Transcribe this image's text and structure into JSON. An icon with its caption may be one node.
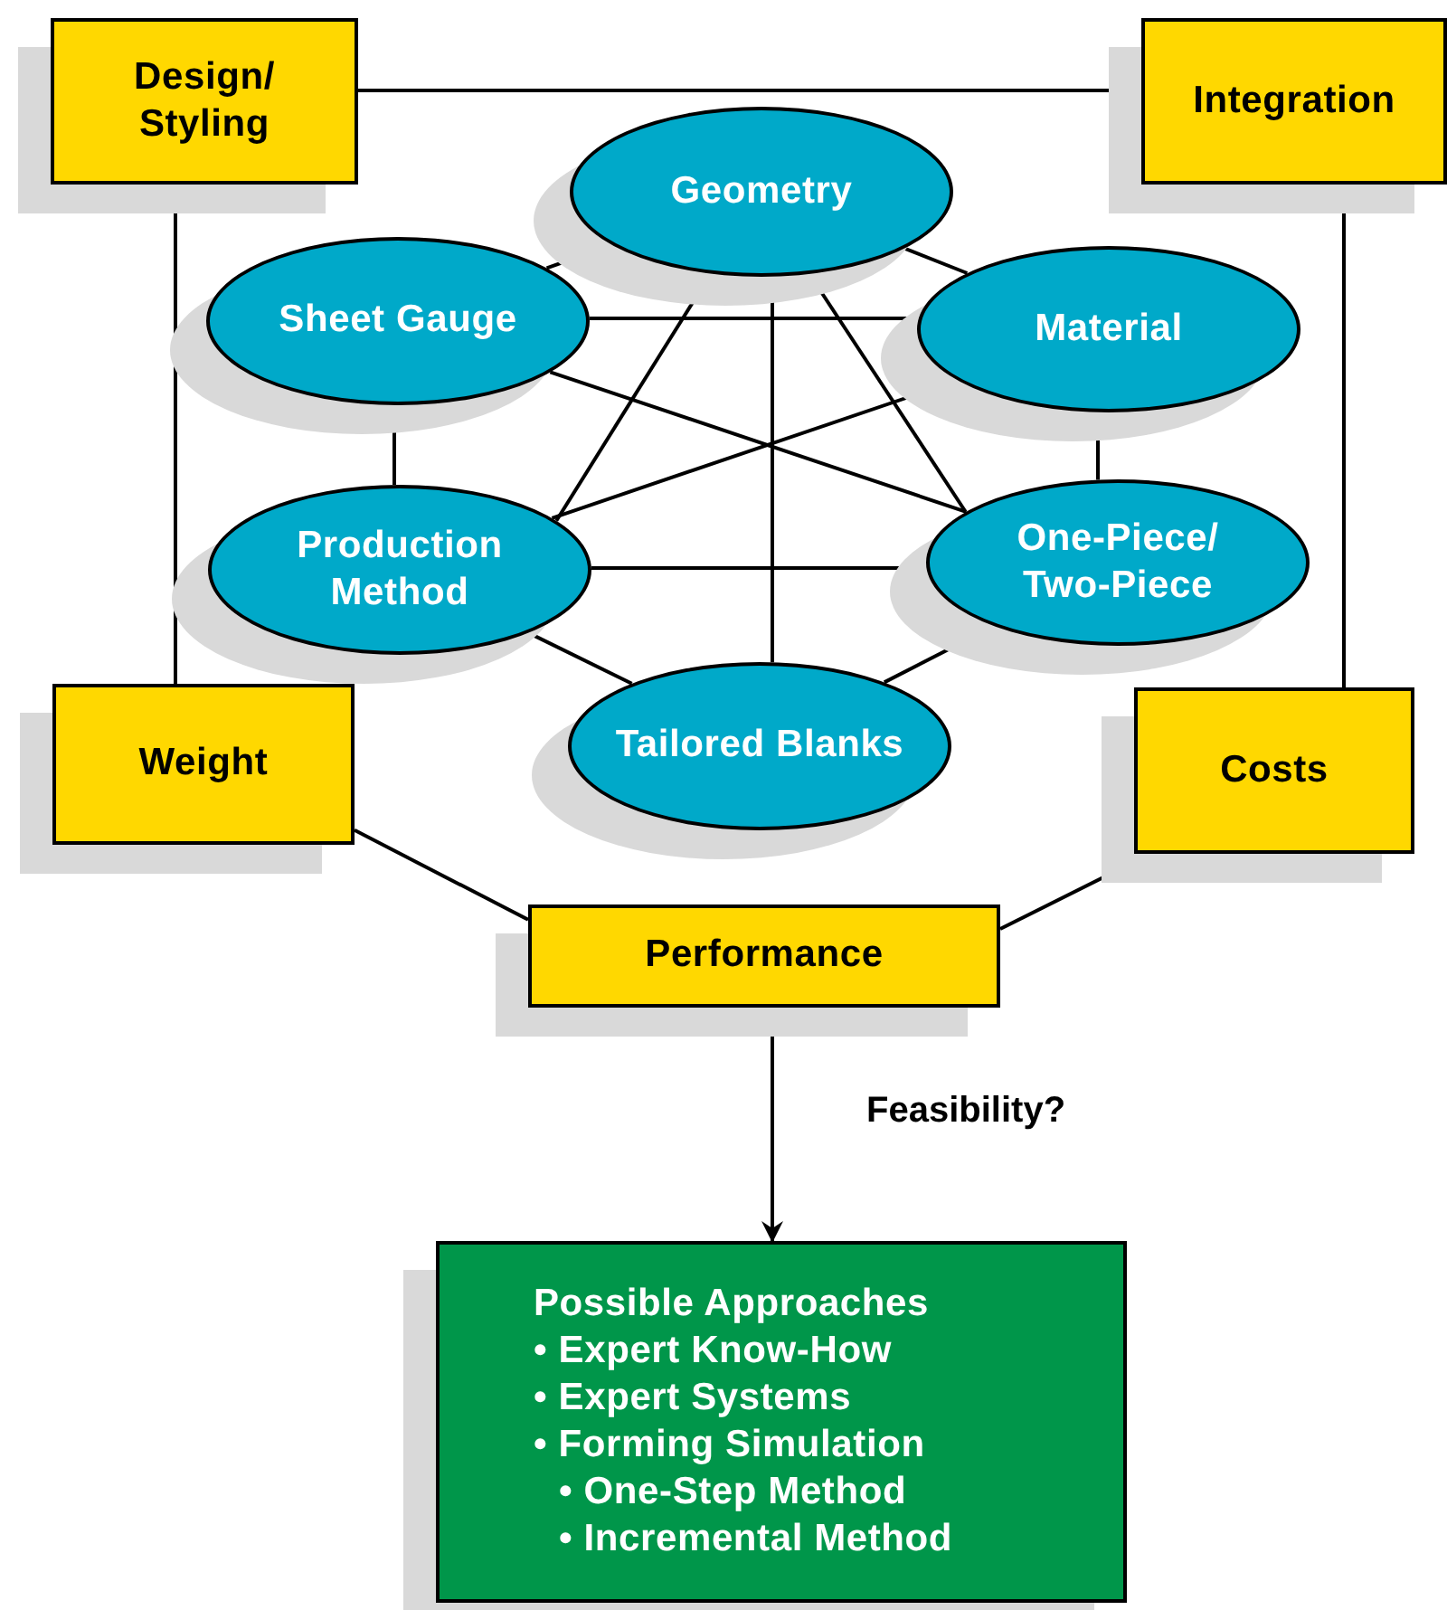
{
  "diagram": {
    "nodes": [
      {
        "text": [
          "Design/ Styling"
        ]
      },
      {
        "text": [
          "Integration"
        ]
      },
      {
        "text": [
          "Geometry"
        ]
      },
      {
        "text": [
          "Sheet Gauge"
        ]
      },
      {
        "text": [
          "Material"
        ]
      },
      {
        "text": [
          "Production Method"
        ]
      },
      {
        "text": [
          "One-Piece/ Two-Piece"
        ]
      },
      {
        "text": [
          "Tailored Blanks"
        ]
      },
      {
        "text": [
          "Weight"
        ]
      },
      {
        "text": [
          "Costs"
        ]
      },
      {
        "text": [
          "Performance"
        ]
      },
      {
        "text": [
          "Possible Approaches",
          "• Expert Know-How",
          "• Expert Systems",
          "• Forming Simulation",
          "• One-Step Method",
          "• Incremental Method"
        ]
      }
    ],
    "edges": [
      {
        "from": 0,
        "to": 1,
        "arrow": "none"
      },
      {
        "from": 0,
        "to": 8,
        "arrow": "none"
      },
      {
        "from": 1,
        "to": 9,
        "arrow": "none"
      },
      {
        "from": 8,
        "to": 10,
        "arrow": "none"
      },
      {
        "from": 9,
        "to": 10,
        "arrow": "none"
      },
      {
        "from": 10,
        "to": 11,
        "arrow": "to",
        "label": "Feasibility?"
      },
      {
        "from": 2,
        "to": 3,
        "arrow": "none"
      },
      {
        "from": 2,
        "to": 4,
        "arrow": "none"
      },
      {
        "from": 2,
        "to": 5,
        "arrow": "none"
      },
      {
        "from": 2,
        "to": 6,
        "arrow": "none"
      },
      {
        "from": 2,
        "to": 7,
        "arrow": "none"
      },
      {
        "from": 3,
        "to": 4,
        "arrow": "none"
      },
      {
        "from": 3,
        "to": 5,
        "arrow": "none"
      },
      {
        "from": 3,
        "to": 6,
        "arrow": "none"
      },
      {
        "from": 4,
        "to": 5,
        "arrow": "none"
      },
      {
        "from": 4,
        "to": 6,
        "arrow": "none"
      },
      {
        "from": 5,
        "to": 6,
        "arrow": "none"
      },
      {
        "from": 5,
        "to": 7,
        "arrow": "none"
      },
      {
        "from": 6,
        "to": 7,
        "arrow": "none"
      }
    ]
  }
}
